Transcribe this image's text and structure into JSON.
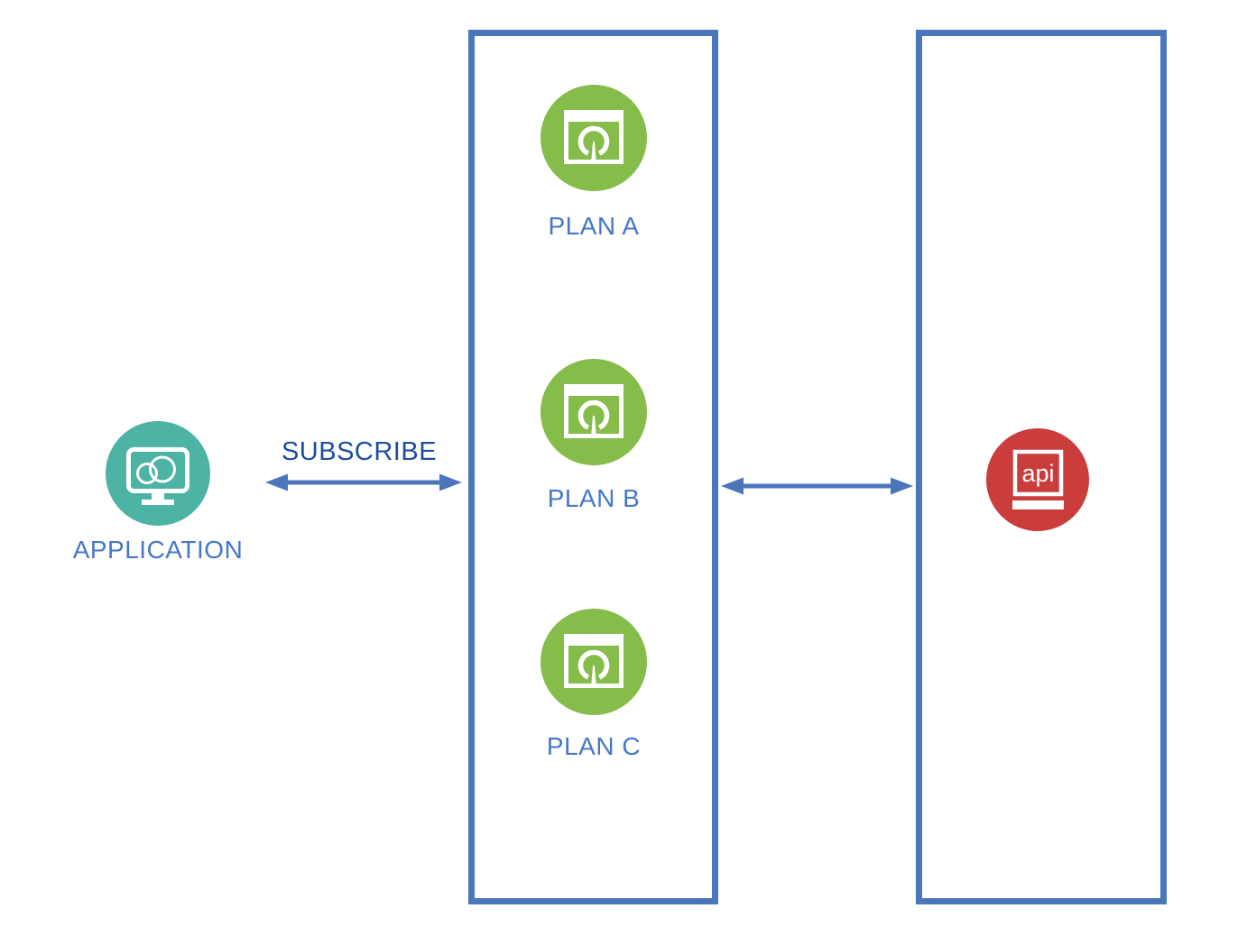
{
  "application": {
    "label": "APPLICATION",
    "icon": "monitor-cloud-icon"
  },
  "subscribe": {
    "label": "SUBSCRIBE",
    "arrow": "double-headed-horizontal"
  },
  "plans": {
    "items": [
      {
        "label": "PLAN A",
        "icon": "plan-gauge-window-icon"
      },
      {
        "label": "PLAN B",
        "icon": "plan-gauge-window-icon"
      },
      {
        "label": "PLAN C",
        "icon": "plan-gauge-window-icon"
      }
    ]
  },
  "gateway": {
    "api_label": "api",
    "icon": "api-window-icon",
    "arrow": "double-headed-horizontal"
  },
  "colors": {
    "application_circle": "#4DB3A4",
    "plan_circle": "#85BC4A",
    "api_circle": "#CB3C3C",
    "box_border": "#4B76BC",
    "arrow": "#4B76BC",
    "label_text": "#4677C8",
    "subscribe_text": "#1F4E9E",
    "icon_foreground": "#FFFFFF"
  }
}
